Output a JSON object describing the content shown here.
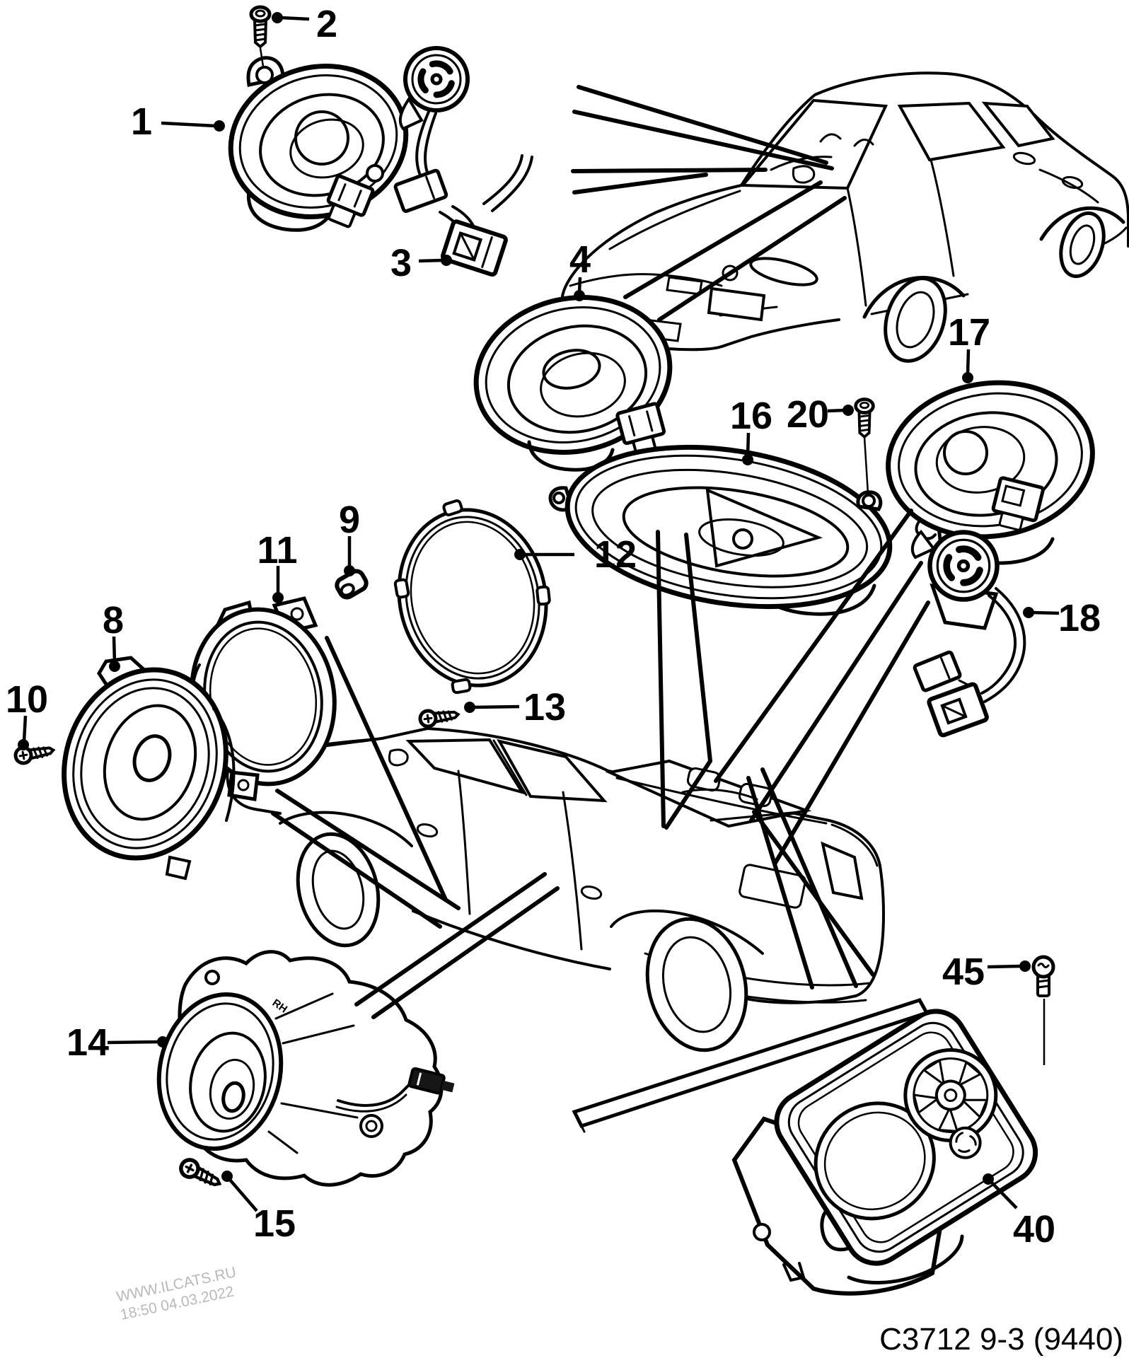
{
  "diagram": {
    "code": "C3712 9-3 (9440)",
    "watermark": {
      "site": "WWW.ILCATS.RU",
      "stamp": "18:50 04.03.2022"
    },
    "markings": {
      "rh": "RH"
    },
    "callouts": {
      "c1": "1",
      "c2": "2",
      "c3": "3",
      "c4": "4",
      "c8": "8",
      "c9": "9",
      "c10": "10",
      "c11": "11",
      "c12": "12",
      "c13": "13",
      "c14": "14",
      "c15": "15",
      "c16": "16",
      "c17": "17",
      "c18": "18",
      "c20": "20",
      "c40": "40",
      "c45": "45"
    }
  }
}
